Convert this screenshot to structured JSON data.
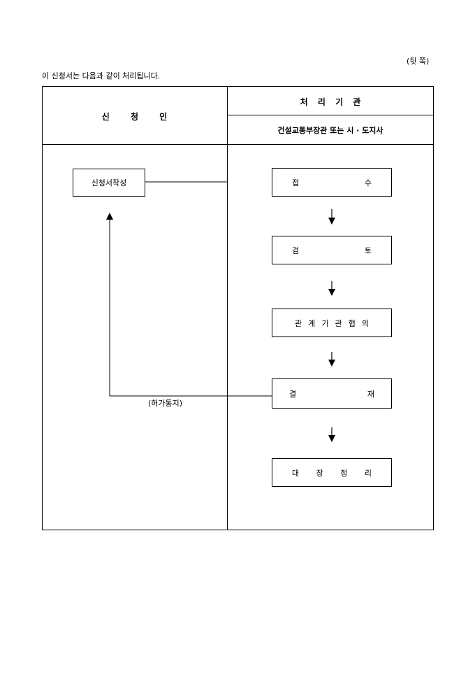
{
  "page": {
    "side_label": "(뒷 쪽)",
    "intro": "이 신청서는 다음과 같이 처리됩니다."
  },
  "table": {
    "applicant_header": "신 청 인",
    "agency_header": "처 리 기 관",
    "authority": "건설교통부장관 또는 시 · 도지사"
  },
  "applicant": {
    "application_box": "신청서작성",
    "notice": "(허가통지)"
  },
  "steps": [
    {
      "chars": [
        "접",
        "수"
      ]
    },
    {
      "chars": [
        "검",
        "토"
      ]
    },
    {
      "chars": [
        "관",
        "계",
        "기",
        "관",
        "협",
        "의"
      ]
    },
    {
      "chars": [
        "결",
        "재"
      ]
    },
    {
      "chars": [
        "대",
        "장",
        "정",
        "리"
      ]
    }
  ]
}
